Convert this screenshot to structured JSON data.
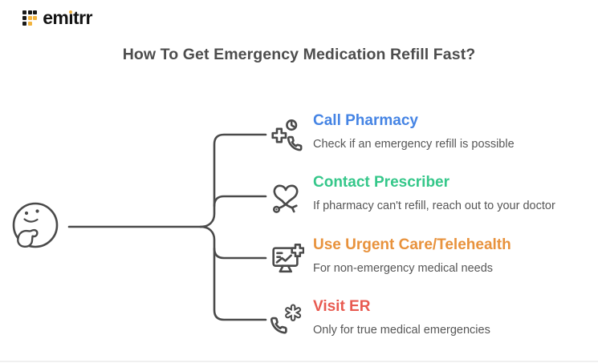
{
  "logo": {
    "brand": "emitrr",
    "text_pre": "em",
    "text_i": "ı",
    "text_post": "trr",
    "brand_black": "#191919",
    "brand_yellow": "#f2b33d"
  },
  "title": "How To Get Emergency Medication Refill Fast?",
  "items": [
    {
      "title": "Call Pharmacy",
      "subtitle": "Check if an emergency refill is possible",
      "color": "#4584e4",
      "icon": "pharmacy-call-icon"
    },
    {
      "title": "Contact Prescriber",
      "subtitle": "If pharmacy can't refill, reach out to your doctor",
      "color": "#35c78a",
      "icon": "heart-stethoscope-icon"
    },
    {
      "title": "Use Urgent Care/Telehealth",
      "subtitle": "For non-emergency medical needs",
      "color": "#e8923c",
      "icon": "telehealth-monitor-icon"
    },
    {
      "title": "Visit ER",
      "subtitle": "Only for true medical emergencies",
      "color": "#e85a50",
      "icon": "emergency-call-icon"
    }
  ],
  "colors": {
    "outline_stroke": "#4a4a4a",
    "subtitle_text": "#565656",
    "title_text": "#4d4d4d",
    "background": "#ffffff"
  }
}
